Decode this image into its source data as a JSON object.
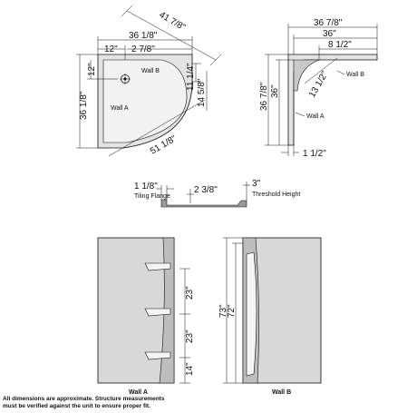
{
  "top_view": {
    "width_overall": "36 1/8\"",
    "depth_overall": "36 1/8\"",
    "diagonal_top": "41 7/8\"",
    "diagonal_bottom": "51 1/8\"",
    "drain_offset_x": "12\"",
    "drain_offset_y": "12\"",
    "curve_inset": "2 7/8\"",
    "radius_short": "11 1/4\"",
    "radius_long": "14 5/8\"",
    "wall_b": "Wall B",
    "wall_a": "Wall A"
  },
  "side_view": {
    "width_overall": "36 7/8\"",
    "width_inner": "36\"",
    "offset_top": "8 1/2\"",
    "radius": "13 1/2\"",
    "height_overall": "36 7/8\"",
    "height_inner": "36\"",
    "wall_b": "Wall B",
    "wall_a": "Wall A",
    "thickness": "1 1/2\""
  },
  "section_view": {
    "flange": "1 1/8\"",
    "flange_label": "Tiling Flange",
    "step": "2 3/8\"",
    "threshold": "3\"",
    "threshold_label": "Threshold Height"
  },
  "wall_a_view": {
    "gap_1": "23\"",
    "gap_2": "23\"",
    "gap_3": "14\"",
    "label": "Wall A"
  },
  "wall_b_view": {
    "height_overall": "73\"",
    "height_inner": "72\"",
    "label": "Wall B"
  },
  "footnote": {
    "line1": "All dimensions are approximate. Structure measurements",
    "line2": "must be verified against the unit to ensure proper fit."
  }
}
